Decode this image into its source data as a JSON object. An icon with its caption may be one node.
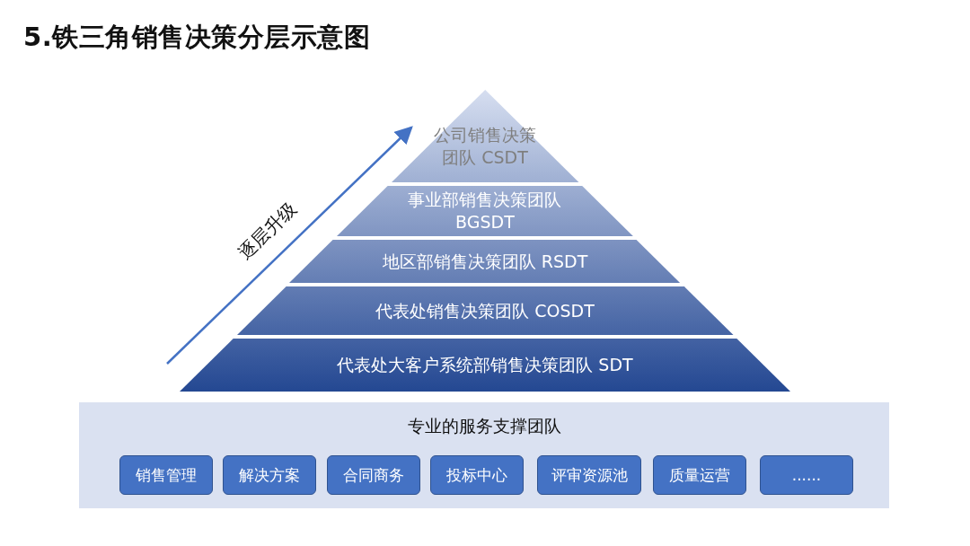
{
  "diagram": {
    "title": "5.铁三角销售决策分层示意图",
    "nodes": [
      {
        "text": [
          "公司销售决策团队 CSDT"
        ]
      },
      {
        "text": [
          "事业部销售决策团队 BGSDT"
        ]
      },
      {
        "text": [
          "地区部销售决策团队 RSDT"
        ]
      },
      {
        "text": [
          "代表处销售决策团队 COSDT"
        ]
      },
      {
        "text": [
          "代表处大客户系统部销售决策团队 SDT"
        ]
      },
      {
        "text": [
          "专业的服务支撑团队"
        ]
      },
      {
        "text": [
          "销售管理"
        ],
        "in": 5
      },
      {
        "text": [
          "解决方案"
        ],
        "in": 5
      },
      {
        "text": [
          "合同商务"
        ],
        "in": 5
      },
      {
        "text": [
          "投标中心"
        ],
        "in": 5
      },
      {
        "text": [
          "评审资源池"
        ],
        "in": 5
      },
      {
        "text": [
          "质量运营"
        ],
        "in": 5
      },
      {
        "text": [
          "......"
        ],
        "in": 5
      }
    ],
    "labels": [
      "逐层升级"
    ]
  }
}
